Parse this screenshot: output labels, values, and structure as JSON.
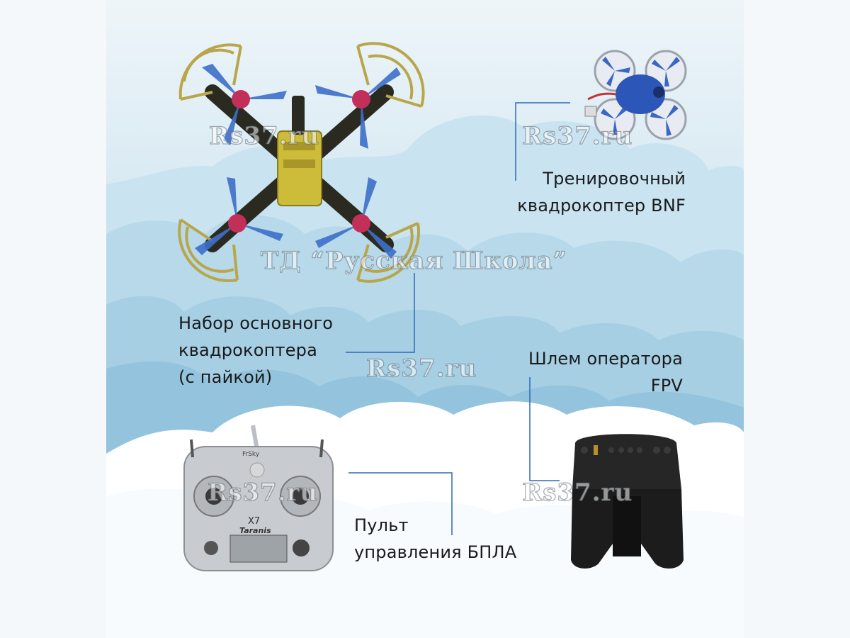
{
  "labels": {
    "trainer": [
      "Тренировочный",
      "квадрокоптер BNF"
    ],
    "kit": [
      "Набор основного",
      "квадрокоптера",
      "(с пайкой)"
    ],
    "helmet": [
      "Шлем оператора",
      "FPV"
    ],
    "remote": [
      "Пульт",
      "управления БПЛА"
    ]
  },
  "watermarks": {
    "site": "Rs37.ru",
    "company": "ТД “Русская Школа”"
  },
  "device_text": {
    "transmitter_brand": "FrSky",
    "transmitter_model": "X7",
    "transmitter_name": "Taranis"
  },
  "colors": {
    "sky_light": "#cfe6f1",
    "sky_mid": "#a9d2e6",
    "cloud_white": "#ffffff",
    "connector_line": "#2f68b8",
    "propeller_blue": "#3d6fc9",
    "frame_gold": "#b9a64a"
  },
  "icons": [
    "racing-quadcopter-image",
    "tiny-whoop-image",
    "rc-transmitter-image",
    "fpv-goggles-image"
  ]
}
